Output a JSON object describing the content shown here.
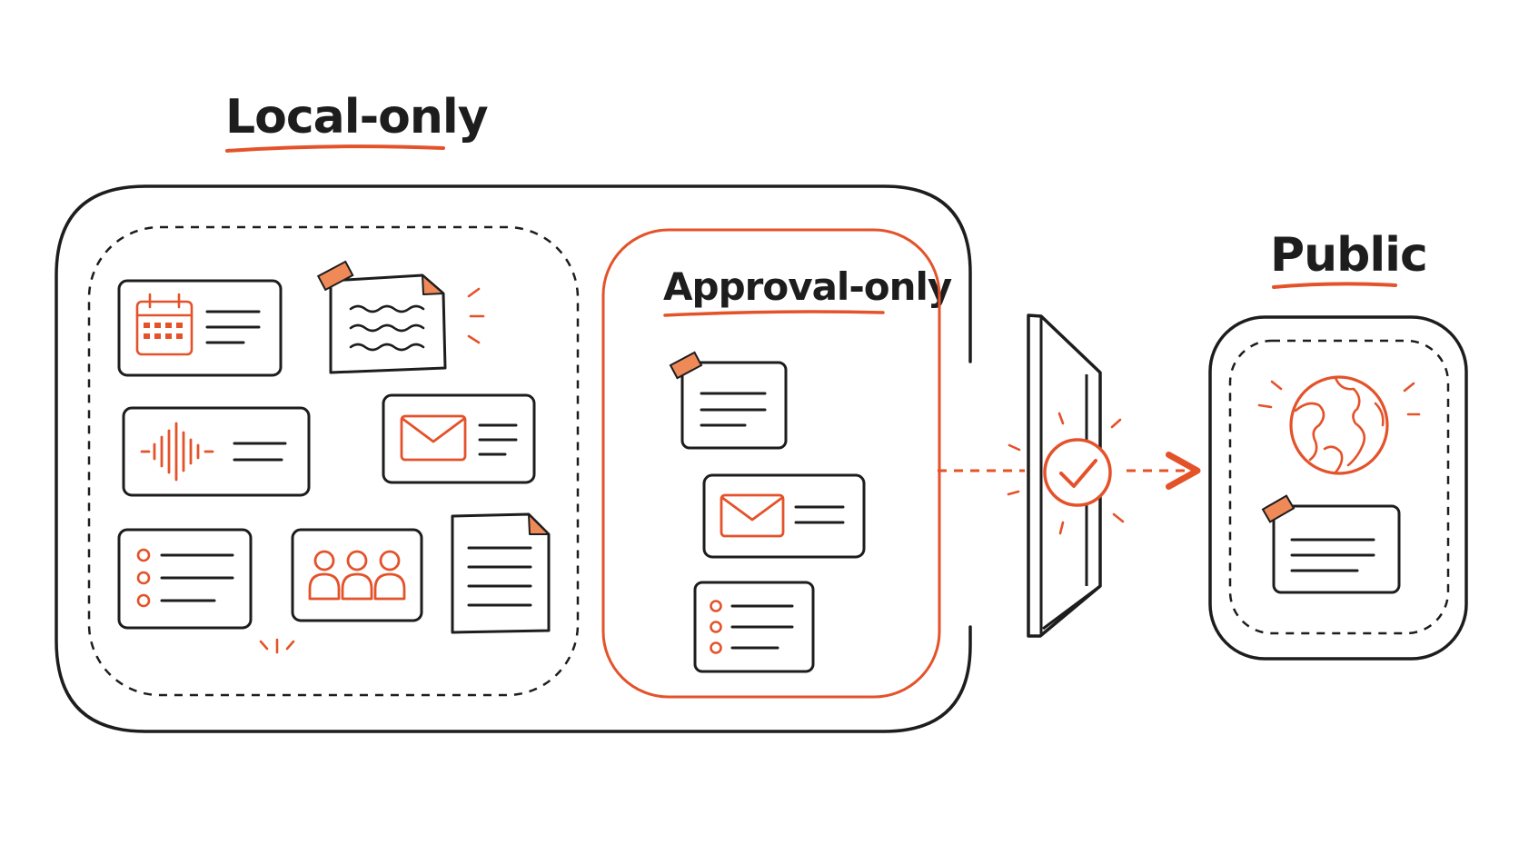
{
  "labels": {
    "local": "Local-only",
    "approval": "Approval-only",
    "public": "Public"
  },
  "colors": {
    "ink": "#1d1d1d",
    "accent": "#e4522a",
    "tape": "#ef8a58",
    "background": "#ffffff"
  },
  "zones": [
    {
      "name": "local-only",
      "border": "dashed-black",
      "items": [
        "calendar-card",
        "note-page",
        "audio-card",
        "mail-card",
        "list-card",
        "people-card",
        "document-page"
      ]
    },
    {
      "name": "approval-only",
      "border": "solid-orange",
      "items": [
        "note-card",
        "mail-card",
        "list-card"
      ]
    },
    {
      "name": "public",
      "border": "dashed-black",
      "items": [
        "globe-icon",
        "note-card"
      ]
    }
  ],
  "icons": [
    "calendar-icon",
    "note-page-icon",
    "sound-wave-icon",
    "envelope-icon",
    "bullet-list-icon",
    "people-icon",
    "document-icon",
    "tape-icon",
    "gate-icon",
    "checkmark-icon",
    "arrow-icon",
    "globe-icon"
  ]
}
